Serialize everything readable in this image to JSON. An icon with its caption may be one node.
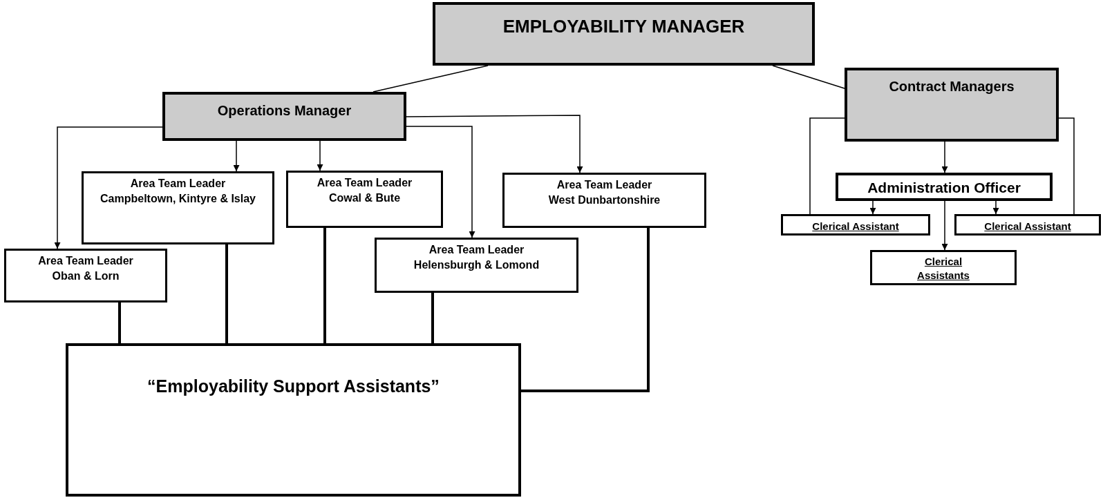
{
  "diagram": {
    "nodes": [
      {
        "text": [
          "EMPLOYABILITY MANAGER"
        ]
      },
      {
        "text": [
          "Operations Manager"
        ]
      },
      {
        "text": [
          "Contract Managers"
        ]
      },
      {
        "text": [
          "Area Team Leader",
          "Campbeltown, Kintyre & Islay"
        ]
      },
      {
        "text": [
          "Area Team Leader",
          "Cowal & Bute"
        ]
      },
      {
        "text": [
          "Area Team Leader",
          "West Dunbartonshire"
        ]
      },
      {
        "text": [
          "Area Team Leader",
          "Oban & Lorn"
        ]
      },
      {
        "text": [
          "Area Team Leader",
          "Helensburgh & Lomond"
        ]
      },
      {
        "text": [
          "“Employability Support Assistants”"
        ]
      },
      {
        "text": [
          "Administration Officer"
        ]
      },
      {
        "text": [
          "Clerical Assistant"
        ]
      },
      {
        "text": [
          "Clerical Assistant"
        ]
      },
      {
        "text": [
          "Clerical Assistants"
        ]
      }
    ],
    "edges": [
      {
        "from": 0,
        "to": 1,
        "arrow": "none"
      },
      {
        "from": 0,
        "to": 2,
        "arrow": "none"
      },
      {
        "from": 1,
        "to": 6,
        "arrow": "to"
      },
      {
        "from": 1,
        "to": 3,
        "arrow": "to"
      },
      {
        "from": 1,
        "to": 4,
        "arrow": "to"
      },
      {
        "from": 1,
        "to": 7,
        "arrow": "to"
      },
      {
        "from": 1,
        "to": 5,
        "arrow": "to"
      },
      {
        "from": 6,
        "to": 8,
        "arrow": "none",
        "style": "thick"
      },
      {
        "from": 3,
        "to": 8,
        "arrow": "none",
        "style": "thick"
      },
      {
        "from": 4,
        "to": 8,
        "arrow": "none",
        "style": "thick"
      },
      {
        "from": 7,
        "to": 8,
        "arrow": "none",
        "style": "thick"
      },
      {
        "from": 5,
        "to": 8,
        "arrow": "none",
        "style": "thick"
      },
      {
        "from": 2,
        "to": 9,
        "arrow": "to"
      },
      {
        "from": 9,
        "to": 10,
        "arrow": "to"
      },
      {
        "from": 9,
        "to": 11,
        "arrow": "to"
      },
      {
        "from": 9,
        "to": 12,
        "arrow": "to"
      },
      {
        "from": 2,
        "to": 10,
        "arrow": "none"
      },
      {
        "from": 2,
        "to": 11,
        "arrow": "none"
      }
    ]
  }
}
